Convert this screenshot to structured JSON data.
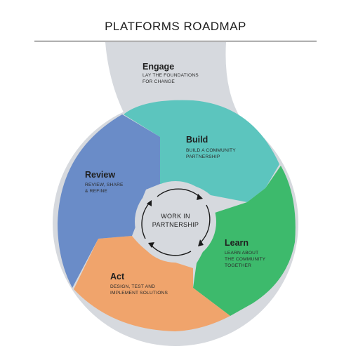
{
  "header": {
    "title": "PLATFORMS ROADMAP"
  },
  "center": {
    "line1": "WORK IN",
    "line2": "PARTNERSHIP"
  },
  "stages": {
    "engage": {
      "title": "Engage",
      "line1": "LAY THE FOUNDATIONS",
      "line2": "FOR CHANGE",
      "color": "#d6d9de"
    },
    "build": {
      "title": "Build",
      "line1": "BUILD A COMMUNITY",
      "line2": "PARTNERSHIP",
      "color": "#5cc5be"
    },
    "learn": {
      "title": "Learn",
      "line1": "LEARN ABOUT",
      "line2": "THE COMMUNITY",
      "line3": "TOGETHER",
      "color": "#3dba6c"
    },
    "act": {
      "title": "Act",
      "line1": "DESIGN, TEST AND",
      "line2": "IMPLEMENT SOLUTIONS",
      "color": "#f0a46c"
    },
    "review": {
      "title": "Review",
      "line1": "REVIEW, SHARE",
      "line2": "& REFINE",
      "color": "#6a8cc8"
    }
  },
  "colors": {
    "ring": "#d6d9de",
    "arrows": "#1a1a1a"
  }
}
